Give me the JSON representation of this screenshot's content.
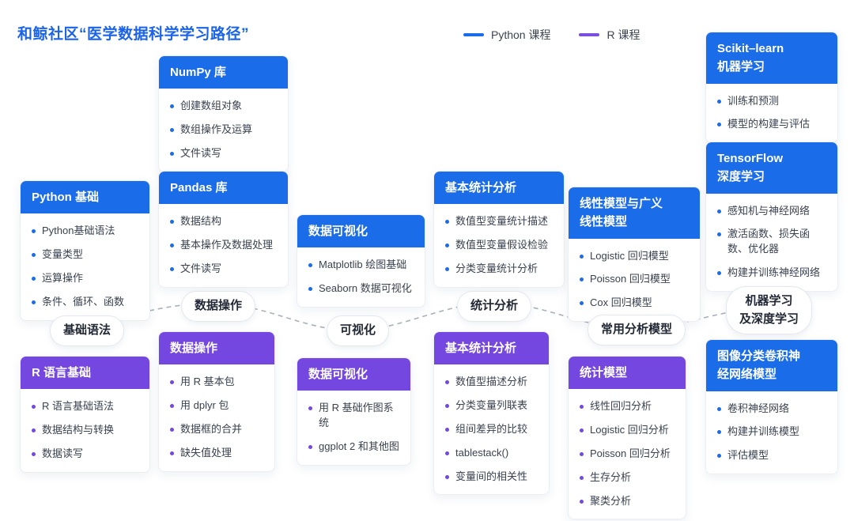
{
  "title": "和鲸社区“医学数据科学学习路径”",
  "legend": {
    "python": {
      "label": "Python 课程",
      "color": "#1b6ce8"
    },
    "r": {
      "label": "R 课程",
      "color": "#7a4fe0"
    }
  },
  "stages": {
    "s1": "基础语法",
    "s2": "数据操作",
    "s3": "可视化",
    "s4": "统计分析",
    "s5": "常用分析模型",
    "s6": "机器学习\n及深度学习"
  },
  "cards": [
    {
      "title": "Python 基础",
      "track": "python",
      "items": [
        "Python基础语法",
        "变量类型",
        "运算操作",
        "条件、循环、函数"
      ]
    },
    {
      "title": "R 语言基础",
      "track": "r",
      "items": [
        "R 语言基础语法",
        "数据结构与转换",
        "数据读写"
      ]
    },
    {
      "title": "NumPy 库",
      "track": "python",
      "items": [
        "创建数组对象",
        "数组操作及运算",
        "文件读写"
      ]
    },
    {
      "title": "Pandas 库",
      "track": "python",
      "items": [
        "数据结构",
        "基本操作及数据处理",
        "文件读写"
      ]
    },
    {
      "title": "数据操作",
      "track": "r",
      "items": [
        "用 R 基本包",
        "用 dplyr 包",
        "数据框的合并",
        "缺失值处理"
      ]
    },
    {
      "title": "数据可视化",
      "track": "python",
      "items": [
        "Matplotlib 绘图基础",
        "Seaborn 数据可视化"
      ]
    },
    {
      "title": "数据可视化",
      "track": "r",
      "items": [
        "用 R 基础作图系统",
        "ggplot 2 和其他图"
      ]
    },
    {
      "title": "基本统计分析",
      "track": "python",
      "items": [
        "数值型变量统计描述",
        "数值型变量假设检验",
        "分类变量统计分析"
      ]
    },
    {
      "title": "基本统计分析",
      "track": "r",
      "items": [
        "数值型描述分析",
        "分类变量列联表",
        "组间差异的比较",
        "tablestack()",
        "变量间的相关性"
      ]
    },
    {
      "title": "线性模型与广义\n线性模型",
      "track": "python",
      "items": [
        "Logistic 回归模型",
        "Poisson 回归模型",
        "Cox 回归模型"
      ]
    },
    {
      "title": "统计模型",
      "track": "r",
      "items": [
        "线性回归分析",
        "Logistic 回归分析",
        "Poisson 回归分析",
        "生存分析",
        "聚类分析"
      ]
    },
    {
      "title": "Scikit–learn\n机器学习",
      "track": "python",
      "items": [
        "训练和预测",
        "模型的构建与评估"
      ]
    },
    {
      "title": "TensorFlow\n深度学习",
      "track": "python",
      "items": [
        "感知机与神经网络",
        "激活函数、损失函数、优化器",
        "构建并训练神经网络"
      ]
    },
    {
      "title": "图像分类卷积神\n经网络模型",
      "track": "python",
      "items": [
        "卷积神经网络",
        "构建并训练模型",
        "评估模型"
      ]
    }
  ]
}
